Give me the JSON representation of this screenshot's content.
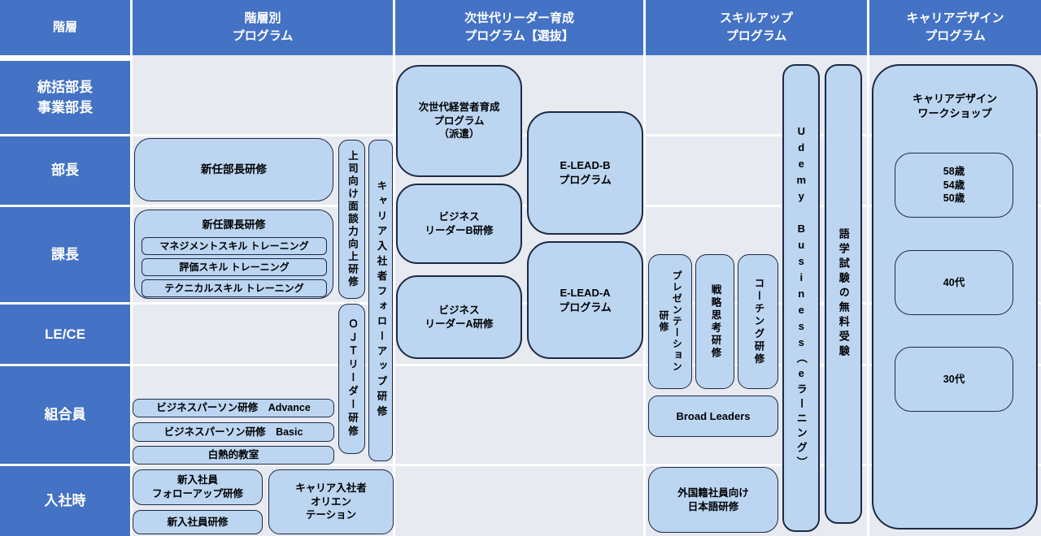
{
  "colors": {
    "header_blue": "#4472C4",
    "box_fill": "#BCD6F2",
    "box_border": "#1D2A44",
    "cell_background": "#E8EAF1",
    "separator": "#FFFFFF",
    "text_on_blue": "#FFFFFF",
    "text_on_box": "#000000"
  },
  "header": {
    "hierarchy_label": "階層",
    "columns": [
      {
        "label": "階層別\nプログラム"
      },
      {
        "label": "次世代リーダー育成\nプログラム【選抜】"
      },
      {
        "label": "スキルアップ\nプログラム"
      },
      {
        "label": "キャリアデザイン\nプログラム"
      }
    ]
  },
  "sidebar": {
    "levels": [
      "統括部長\n事業部長",
      "部長",
      "課長",
      "LE/CE",
      "組合員",
      "入社時"
    ]
  },
  "programs": {
    "shinnin_bucho": "新任部長研修",
    "shinnin_kacho": "新任課長研修",
    "management_skill": "マネジメントスキル トレーニング",
    "hyoka_skill": "評価スキル トレーニング",
    "technical_skill": "テクニカルスキル トレーニング",
    "joshi_mendan": "上司向け面談力向上研修",
    "ojt_leader": "ＯＪＴリーダー研修",
    "career_followup": "キャリア入社者フォローアップ研修",
    "bp_advance": "ビジネスパーソン研修　Advance",
    "bp_basic": "ビジネスパーソン研修　Basic",
    "hakunetsu": "白熱的教室",
    "shinnyu_followup": "新入社員\nフォローアップ研修",
    "shinnyu_kenshu": "新入社員研修",
    "career_orientation": "キャリア入社者\nオリエン\nテーション",
    "jisedai_keieisha": "次世代経営者育成\nプログラム\n（派遣）",
    "elead_b": "E-LEAD-B\nプログラム",
    "business_leader_b": "ビジネス\nリーダーB研修",
    "elead_a": "E-LEAD-A\nプログラム",
    "business_leader_a": "ビジネス\nリーダーA研修",
    "presentation": "プレゼンテーション\n研修",
    "senryaku_shiko": "戦略思考研修",
    "coaching": "コーチング研修",
    "broad_leaders": "Broad Leaders",
    "gaikokuseki_nihongo": "外国籍社員向け\n日本語研修",
    "udemy_business": "Udemy Business（eラーニング）",
    "gogaku_shiken": "語学試験の無料受験",
    "career_design_ws": "キャリアデザイン\nワークショップ",
    "ws_age_senior": "58歳\n54歳\n50歳",
    "ws_age_40s": "40代",
    "ws_age_30s": "30代"
  }
}
